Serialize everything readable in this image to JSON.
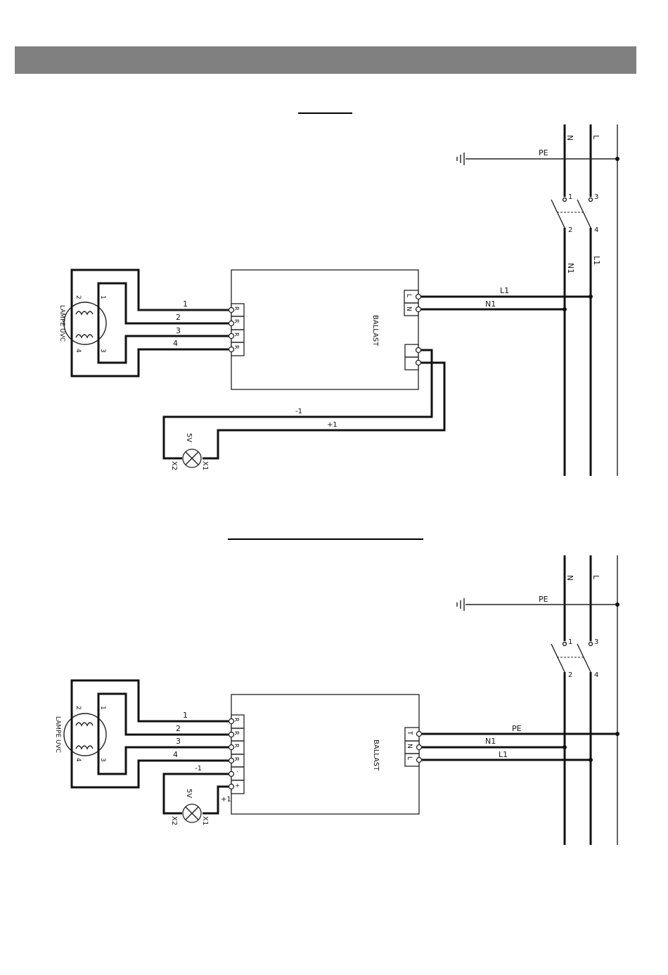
{
  "diagram1": {
    "supply_labels": [
      "N",
      "L"
    ],
    "pe_label": "PE",
    "switch_terminals": [
      "1",
      "3",
      "2",
      "4"
    ],
    "line_labels": [
      "N1",
      "L1"
    ],
    "ballast_label": "BALLAST",
    "lamp_label": "LAMPE UVC",
    "lamp_pins": [
      "2",
      "1",
      "4",
      "3"
    ],
    "wire_numbers": [
      "1",
      "2",
      "3",
      "4"
    ],
    "ballast_input_terminals": [
      "L",
      "N"
    ],
    "ballast_output_terminal": "R",
    "input_wires": [
      "L1",
      "N1"
    ],
    "indicator": {
      "voltage": "5V",
      "x1": "X1",
      "x2": "X2",
      "minus": "-1",
      "plus": "+1"
    }
  },
  "diagram2": {
    "supply_labels": [
      "N",
      "L"
    ],
    "pe_label": "PE",
    "switch_terminals": [
      "1",
      "3",
      "2",
      "4"
    ],
    "ballast_label": "BALLAST",
    "lamp_label": "LAMPE UVC",
    "lamp_pins": [
      "2",
      "1",
      "4",
      "3"
    ],
    "wire_numbers": [
      "1",
      "2",
      "3",
      "4"
    ],
    "ballast_input_terminals": [
      "T",
      "N",
      "L"
    ],
    "ballast_output_terminal": "R",
    "ballast_indicator_terminals": [
      "-",
      "+"
    ],
    "input_wires": [
      "PE",
      "N1",
      "L1"
    ],
    "indicator": {
      "voltage": "5V",
      "x1": "X1",
      "x2": "X2",
      "minus": "-1",
      "plus": "+1"
    }
  },
  "colors": {
    "header_band": "#808080",
    "wire": "#111111"
  }
}
